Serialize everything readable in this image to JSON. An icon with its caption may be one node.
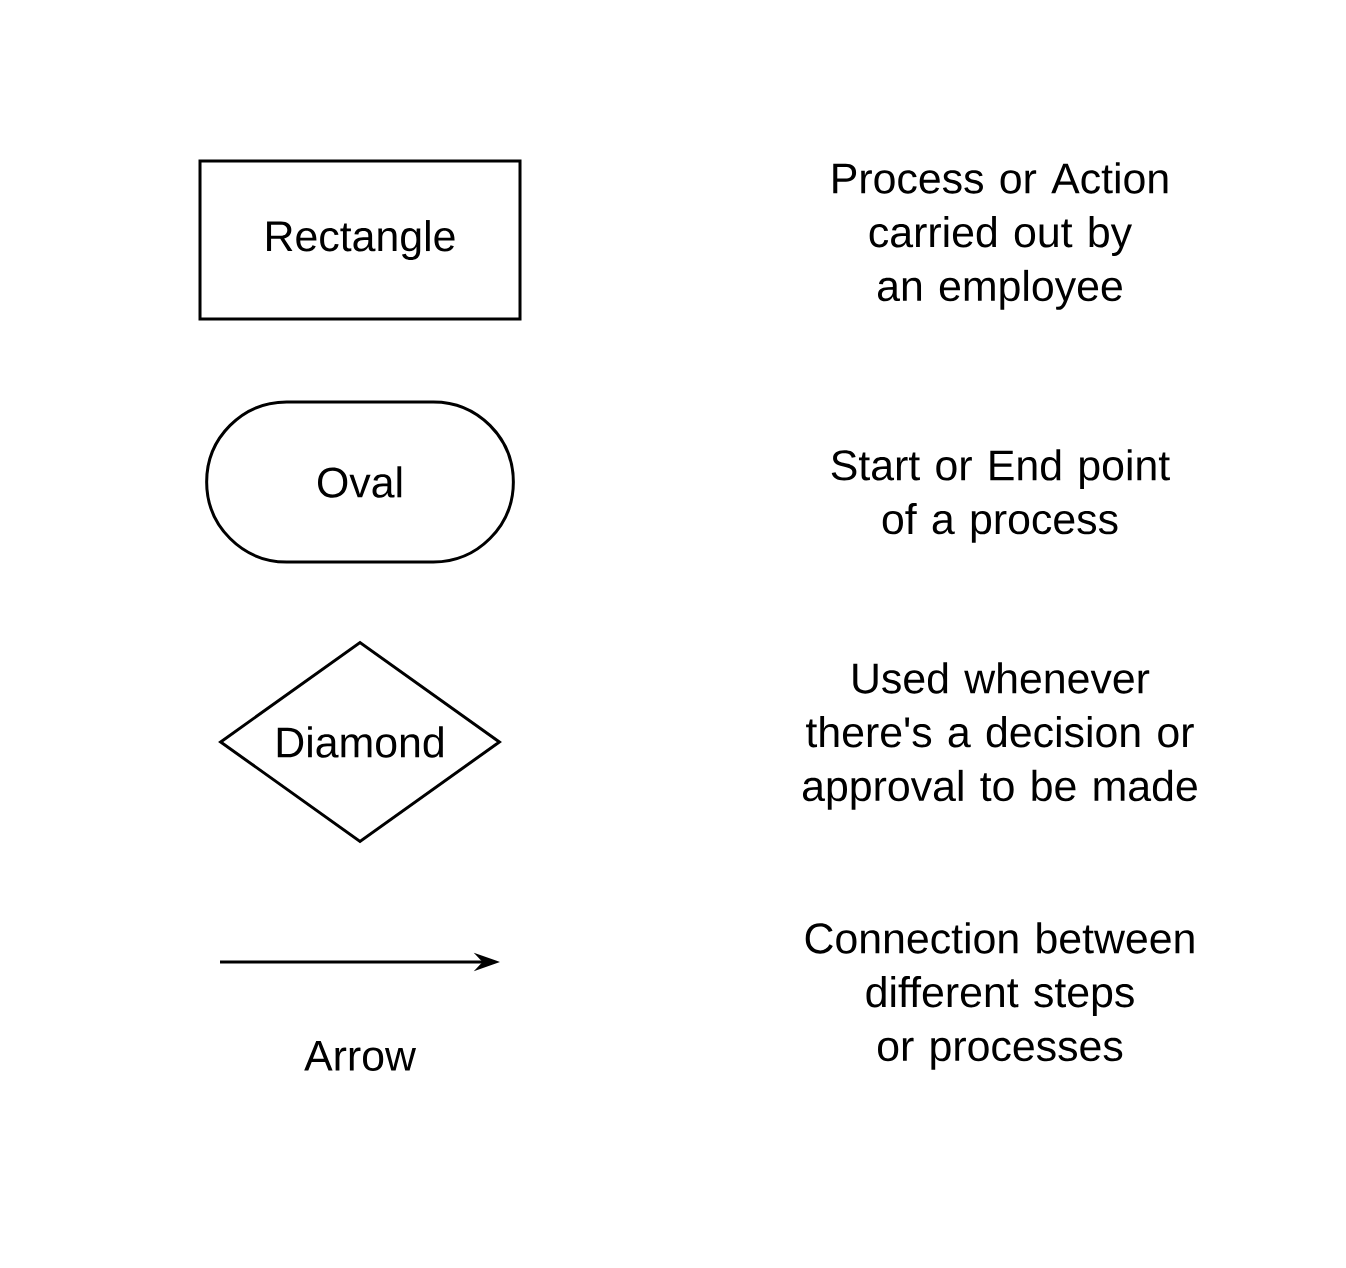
{
  "diagram": {
    "nodes": [
      {
        "text": [
          "Rectangle"
        ]
      },
      {
        "text": [
          "Oval"
        ]
      },
      {
        "text": [
          "Diamond"
        ]
      }
    ],
    "labels": [
      "Process or Action carried out by an employee",
      "Start or End point of a process",
      "Used whenever there's a decision or approval to be made",
      "Connection between different steps or processes",
      "Arrow"
    ]
  }
}
